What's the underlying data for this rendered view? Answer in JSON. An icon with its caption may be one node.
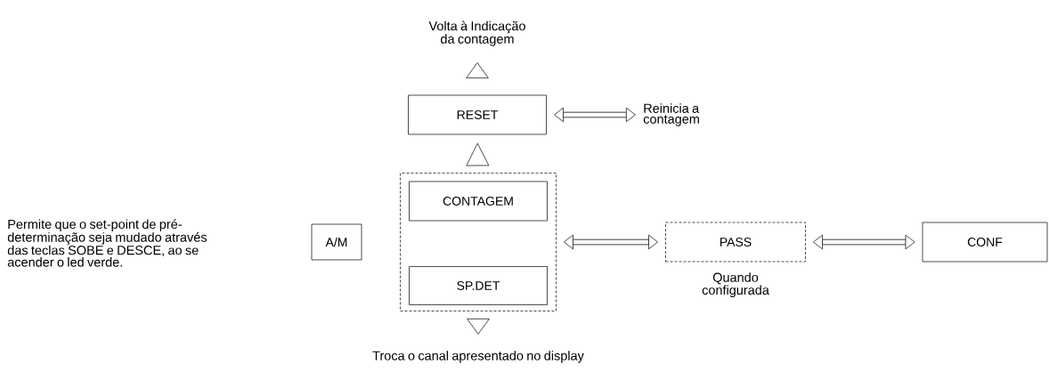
{
  "diagram": {
    "nodes": [
      {
        "text": [
          "Volta à Indicação da contagem"
        ]
      },
      {
        "text": [
          "RESET"
        ]
      },
      {
        "text": [
          "Reinicia a contagem"
        ]
      },
      {
        "text": [],
        "shape": "box"
      },
      {
        "text": [
          "CONTAGEM"
        ],
        "in": 3
      },
      {
        "text": [
          "SP.DET"
        ],
        "in": 3
      },
      {
        "text": [
          "Permite que o set-point de pré-determinação seja mudado através das teclas SOBE e DESCE, ao se acender o led verde."
        ]
      },
      {
        "text": [
          "A/M"
        ]
      },
      {
        "text": [
          "PASS"
        ],
        "beside": [
          "Quando configurada"
        ]
      },
      {
        "text": [
          "CONF"
        ]
      },
      {
        "text": [
          "Troca o canal apresentado no display"
        ]
      }
    ],
    "edges": [
      {
        "from": 1,
        "to": 0,
        "arrow": "to"
      },
      {
        "from": 3,
        "to": 1,
        "arrow": "to"
      },
      {
        "from": 1,
        "to": 2,
        "arrow": "both"
      },
      {
        "from": 3,
        "to": 8,
        "arrow": "both"
      },
      {
        "from": 8,
        "to": 9,
        "arrow": "both"
      },
      {
        "from": 3,
        "to": 10,
        "arrow": "to"
      }
    ]
  }
}
